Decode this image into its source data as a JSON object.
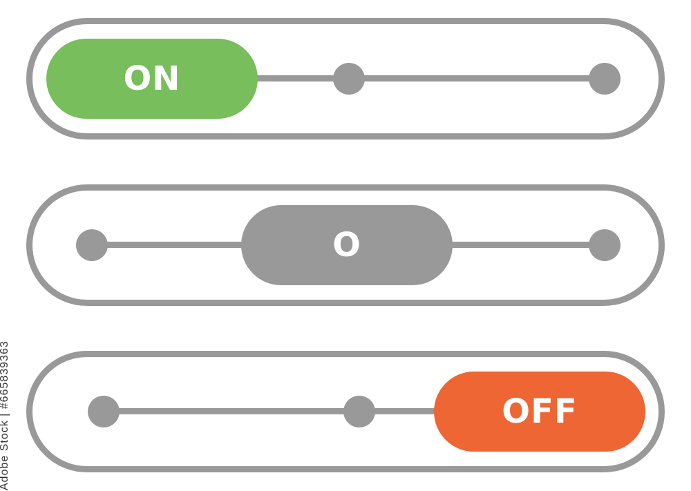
{
  "switches": [
    {
      "state": "on",
      "knob_label": "ON",
      "knob_color": "#78BE5C",
      "position_index": 0
    },
    {
      "state": "neutral",
      "knob_label": "O",
      "knob_color": "#999999",
      "position_index": 1
    },
    {
      "state": "off",
      "knob_label": "OFF",
      "knob_color": "#EE6633",
      "position_index": 2
    }
  ],
  "colors": {
    "frame": "#999999",
    "track": "#999999",
    "label_text": "#FFFFFF"
  },
  "stock_id": "Adobe Stock | #665839363"
}
